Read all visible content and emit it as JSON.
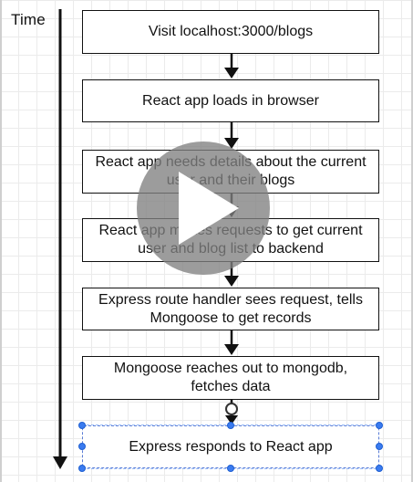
{
  "time_label": "Time",
  "steps": [
    {
      "label": "Visit localhost:3000/blogs"
    },
    {
      "label": "React app loads in browser"
    },
    {
      "label": "React app needs details about the current user and their blogs"
    },
    {
      "label": "React app makes requests to get current user and blog list to backend"
    },
    {
      "label": "Express route handler sees request, tells Mongoose to get records"
    },
    {
      "label": "Mongoose reaches out to mongodb, fetches data"
    },
    {
      "label": "Express responds to React app"
    }
  ],
  "icons": {
    "play_overlay": "play-icon",
    "connector_handle": "anchor-handle-icon"
  },
  "colors": {
    "box_border": "#111111",
    "selection": "#3a7bf0",
    "play_overlay": "#808080"
  }
}
